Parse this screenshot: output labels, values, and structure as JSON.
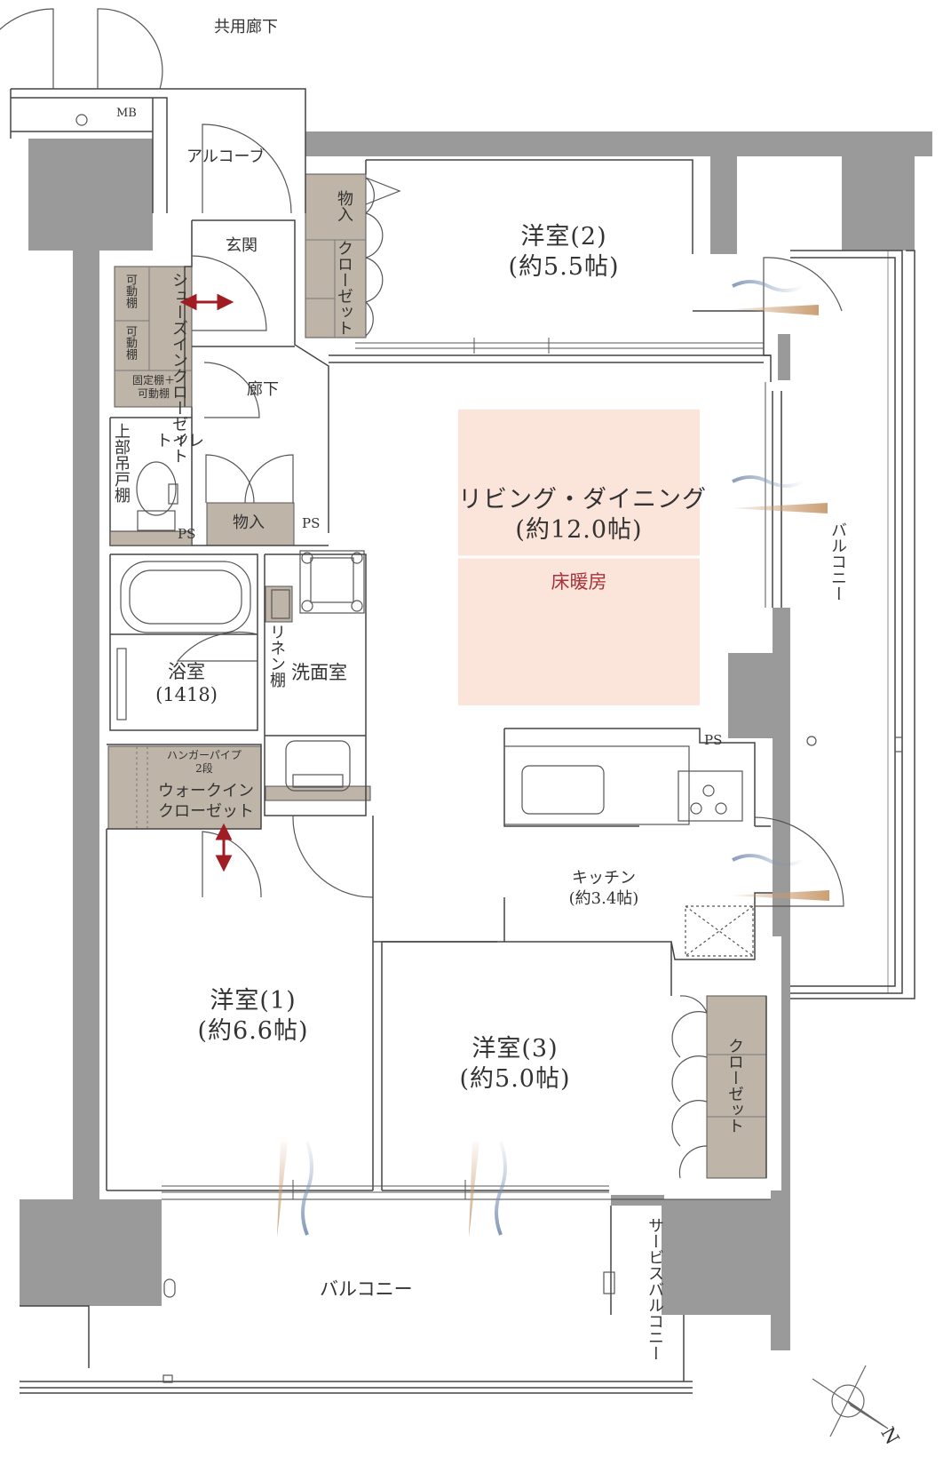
{
  "colors": {
    "wall": "#9a9a9a",
    "storage": "#bfb4a8",
    "heating_floor": "#fbe4da",
    "heating_text": "#a8323a",
    "arrow": "#a01e23",
    "wind_blue": "#7d93b5",
    "wind_tan": "#c89a6e",
    "line": "#444444"
  },
  "corridor": {
    "common": "共用廊下",
    "mb": "MB",
    "alcove": "アルコーブ"
  },
  "entrance": {
    "genkan": "玄関",
    "shoe_closet": "シューズインクローゼット",
    "adjustable_shelf_1": "可動棚",
    "adjustable_shelf_2": "可動棚",
    "fixed_shelf_line1": "固定棚＋",
    "fixed_shelf_line2": "可動棚"
  },
  "hallway": {
    "label": "廊下"
  },
  "toilet": {
    "label": "トイレ",
    "upper_cabinet": "上部吊戸棚",
    "ps": "PS"
  },
  "storage": {
    "hall_storage": "物入",
    "ps": "PS"
  },
  "bath": {
    "label": "浴室",
    "size": "(1418)"
  },
  "washroom": {
    "label": "洗面室",
    "linen": "リネン棚"
  },
  "walkin": {
    "hanger_line1": "ハンガーパイプ",
    "hanger_line2": "2段",
    "label_line1": "ウォークイン",
    "label_line2": "クローゼット"
  },
  "room2": {
    "name": "洋室(2)",
    "size": "(約5.5帖)",
    "storage": "物入",
    "closet": "クローゼット"
  },
  "living": {
    "name": "リビング・ダイニング",
    "size": "(約12.0帖)",
    "heating": "床暖房"
  },
  "kitchen": {
    "name": "キッチン",
    "size": "(約3.4帖)",
    "ps": "PS"
  },
  "room1": {
    "name": "洋室(1)",
    "size": "(約6.6帖)"
  },
  "room3": {
    "name": "洋室(3)",
    "size": "(約5.0帖)",
    "closet": "クローゼット"
  },
  "balcony": {
    "south": "バルコニー",
    "east": "バルコニー",
    "service": "サービスバルコニー"
  },
  "compass": {
    "north": "N"
  }
}
